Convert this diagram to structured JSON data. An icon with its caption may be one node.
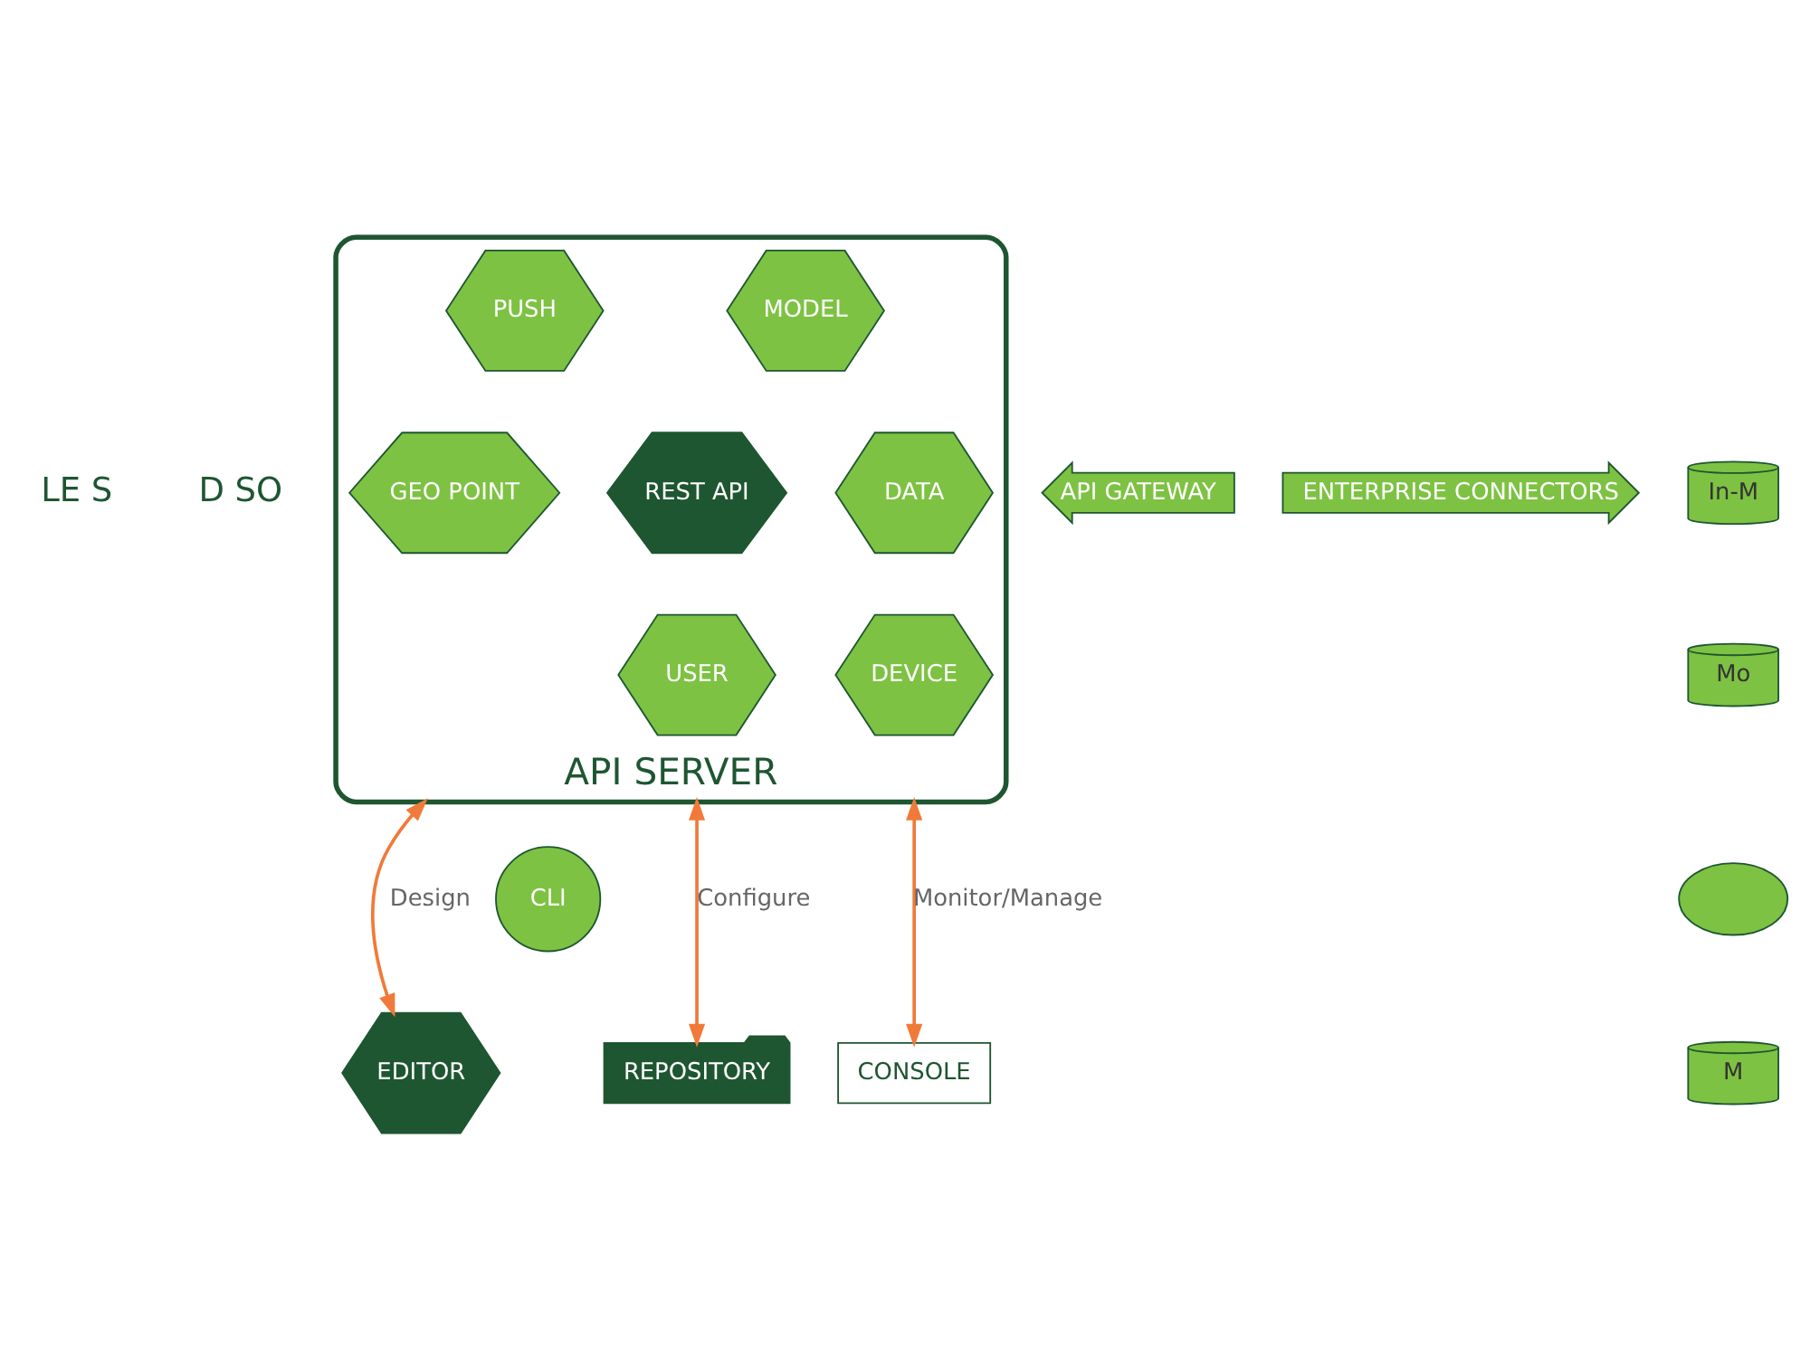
{
  "diagram": {
    "nodes": [
      {
        "text": [
          "API SERVER"
        ]
      },
      {
        "text": [
          "PUSH"
        ],
        "in": 0
      },
      {
        "text": [
          "MODEL"
        ],
        "in": 0
      },
      {
        "text": [
          "GEO POINT"
        ],
        "in": 0
      },
      {
        "text": [
          "REST API"
        ],
        "in": 0
      },
      {
        "text": [
          "DATA"
        ],
        "in": 0
      },
      {
        "text": [
          "USER"
        ],
        "in": 0
      },
      {
        "text": [
          "DEVICE"
        ],
        "in": 0
      },
      {
        "text": [
          "API GATEWAY"
        ]
      },
      {
        "text": [
          "ENTERPRISE CONNECTORS"
        ]
      },
      {
        "text": [
          "CLI"
        ]
      },
      {
        "text": [
          "EDITOR"
        ]
      },
      {
        "text": [
          "REPOSITORY"
        ]
      },
      {
        "text": [
          "CONSOLE"
        ]
      },
      {
        "text": [
          "In-M"
        ]
      },
      {
        "text": [
          "Mo"
        ]
      },
      {
        "text": [],
        "shape": "cloud"
      },
      {
        "text": [
          "M"
        ]
      }
    ],
    "edges": [
      {
        "from": 11,
        "to": 0,
        "arrow": "both",
        "label": "Design"
      },
      {
        "from": 12,
        "to": 0,
        "arrow": "both",
        "label": "Configure"
      },
      {
        "from": 13,
        "to": 0,
        "arrow": "both",
        "label": "Monitor/Manage"
      }
    ],
    "labels": [
      "LE S",
      "D SO"
    ]
  }
}
